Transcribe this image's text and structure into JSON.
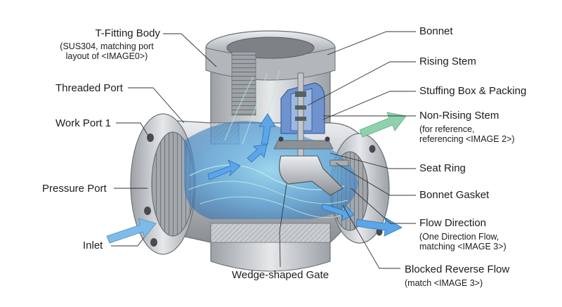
{
  "labels": {
    "t_fitting_body": "T-Fitting Body",
    "t_fitting_body_note": "(SUS304, matching port\nlayout of <IMAGE0>)",
    "threaded_port": "Threaded Port",
    "work_port_1": "Work Port 1",
    "pressure_port": "Pressure Port",
    "inlet": "Inlet",
    "wedge_shaped_gate": "Wedge-shaped Gate",
    "bonnet": "Bonnet",
    "rising_stem": "Rising Stem",
    "stuffing_box_packing": "Stuffing Box & Packing",
    "non_rising_stem": "Non-Rising Stem",
    "non_rising_stem_note": "(for reference,\nreferencing <IMAGE 2>)",
    "seat_ring": "Seat Ring",
    "bonnet_gasket": "Bonnet Gasket",
    "flow_direction": "Flow Direction",
    "flow_direction_note": "(One Direction Flow,\nmatching <IMAGE 3>)",
    "blocked_reverse_flow": "Blocked Reverse Flow",
    "blocked_reverse_flow_note": "(match <IMAGE 3>)"
  },
  "colors": {
    "metal_light": "#e2e4e6",
    "metal_mid": "#a9adb1",
    "metal_dark": "#6b7075",
    "flow_blue": "#4f9fe0",
    "arrow_blue": "#7dbbe9",
    "arrow_green": "#7fc9a2",
    "stem_blue": "#3f78c9",
    "leader": "#333333"
  }
}
